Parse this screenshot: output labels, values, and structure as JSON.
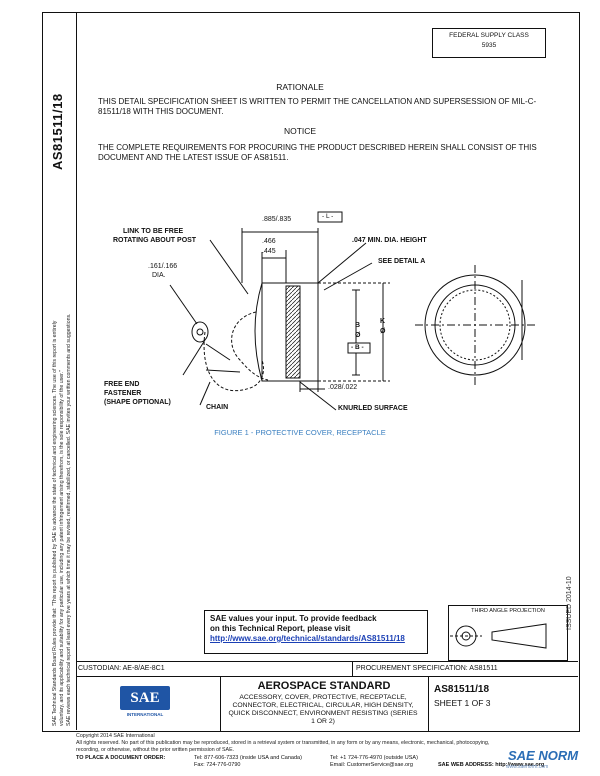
{
  "approval": {
    "line1": "FEDERAL SUPPLY CLASS",
    "line2": "5935"
  },
  "doc_number": "AS81511/18",
  "rationale": {
    "heading": "RATIONALE",
    "text": "THIS DETAIL SPECIFICATION SHEET IS WRITTEN TO PERMIT THE CANCELLATION AND SUPERSESSION OF MIL-C-81511/18 WITH THIS DOCUMENT."
  },
  "notice": {
    "heading": "NOTICE",
    "text": "THE COMPLETE REQUIREMENTS FOR PROCURING THE PRODUCT DESCRIBED HEREIN SHALL CONSIST OF THIS DOCUMENT AND THE LATEST ISSUE OF AS81511."
  },
  "figure": {
    "caption": "FIGURE 1 - PROTECTIVE COVER, RECEPTACLE",
    "labels": {
      "link": "LINK TO BE FREE",
      "link2": "ROTATING ABOUT POST",
      "dia": ".161/.166",
      "dia2": "DIA.",
      "free_end": "FREE END",
      "fastener": "FASTENER",
      "shape": "(SHAPE OPTIONAL)",
      "chain": "CHAIN",
      "knurled": "KNURLED SURFACE",
      "len": ".885/.835",
      "l_box": "- L -",
      "d466": ".466",
      "d445": ".445",
      "min_height": ".047 MIN. DIA. HEIGHT",
      "see_detail": "SEE DETAIL A",
      "b": "B",
      "b_box": "- B -",
      "k": "K",
      "phi": "Ø",
      "bottom": ".028/.022"
    }
  },
  "feedback": {
    "line1": "SAE values your input. To provide feedback",
    "line2": "on this Technical Report, please visit",
    "link": "http://www.sae.org/technical/standards/AS81511/18"
  },
  "projection": {
    "label": "THIRD ANGLE PROJECTION"
  },
  "issued": "ISSUED 2014-10",
  "footer": {
    "custodian": "CUSTODIAN: AE-8/AE-8C1",
    "procurement": "PROCUREMENT SPECIFICATION: AS81511",
    "sae_logo": "SAE",
    "sae_sub": "INTERNATIONAL",
    "std_title": "AEROSPACE STANDARD",
    "std_desc": "ACCESSORY, COVER, PROTECTIVE, RECEPTACLE, CONNECTOR, ELECTRICAL, CIRCULAR, HIGH DENSITY, QUICK DISCONNECT, ENVIRONMENT RESISTING (SERIES 1 OR 2)",
    "doc": "AS81511/18",
    "sheet": "SHEET 1 OF 3"
  },
  "side_text": {
    "line1": "SAE Technical Standards Board Rules provide that: \"This report is published by SAE to advance the state of technical and engineering sciences. The use of this report is entirely",
    "line2": "voluntary, and its applicability and suitability for any particular use, including any patent infringement arising therefrom, is the sole responsibility of the user.\"",
    "line3": "SAE reviews each technical report at least every five years at which time it may be revised, reaffirmed, stabilized, or cancelled. SAE invites your written comments and suggestions."
  },
  "copyright": {
    "line1": "Copyright 2014 SAE International",
    "line2": "All rights reserved. No part of this publication may be reproduced, stored in a retrieval system or transmitted, in any form or by any means, electronic, mechanical, photocopying,",
    "line3": "recording, or otherwise, without the prior written permission of SAE.",
    "order_label": "TO PLACE A DOCUMENT ORDER:",
    "tel1": "Tel: 877-606-7323 (inside USA and Canada)",
    "tel2": "Tel: +1 724-776-4970 (outside USA)",
    "fax": "Fax: 724-776-0790",
    "email": "Email: CustomerService@sae.org",
    "web": "SAE WEB ADDRESS: http://www.sae.org"
  },
  "watermark": {
    "title": "SAE NORM",
    "sub": "www.saenorm.com"
  }
}
